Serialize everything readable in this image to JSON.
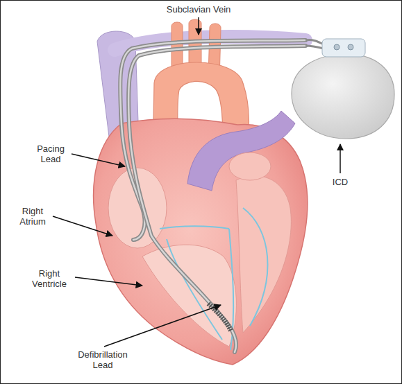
{
  "diagram": {
    "labels": [
      "Subclavian Vein",
      "Pacing Lead",
      "Right Atrium",
      "Right Ventricle",
      "Defibrillation Lead",
      "ICD"
    ]
  }
}
